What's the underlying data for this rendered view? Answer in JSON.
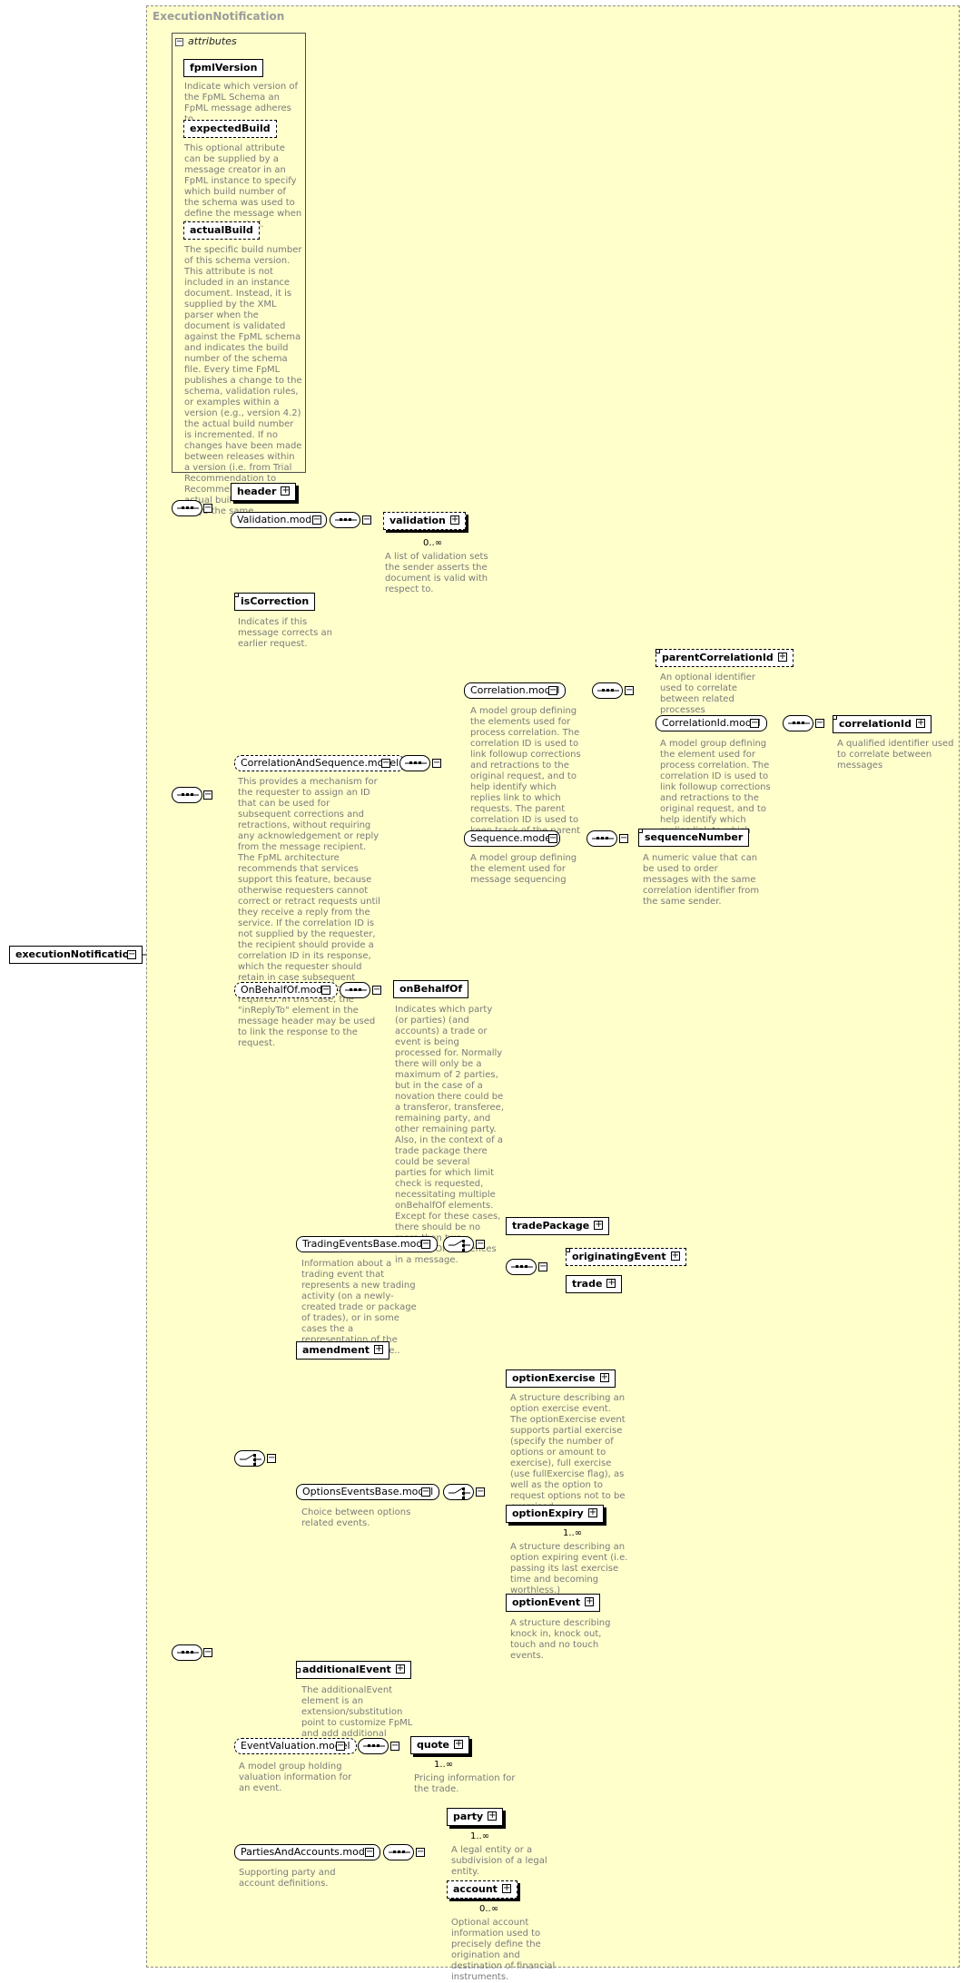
{
  "diagram": {
    "type_title": "ExecutionNotification",
    "root_element": "executionNotification",
    "attributes": {
      "tab_label": "attributes",
      "items": [
        {
          "name": "fpmlVersion",
          "description": "Indicate which version of the FpML Schema an FpML message adheres to."
        },
        {
          "name": "expectedBuild",
          "description": "This optional attribute can be supplied by a message creator in an FpML instance to specify which build number of the schema was used to define the message when it was generated."
        },
        {
          "name": "actualBuild",
          "description": "The specific build number of this schema version. This attribute is not included in an instance document. Instead, it is supplied by the XML parser when the document is validated against the FpML schema and indicates the build number of the schema file. Every time FpML publishes a change to the schema, validation rules, or examples within a version (e.g., version 4.2) the actual build number is incremented. If no changes have been made between releases within a version (i.e. from Trial Recommendation to Recommendation) the actual build number stays the same."
        }
      ]
    },
    "nodes": {
      "header": "header",
      "validation_model": "Validation.model",
      "validation": "validation",
      "validation_card": "0..∞",
      "validation_desc": "A list of validation sets the sender asserts the document is valid with respect to.",
      "isCorrection": "isCorrection",
      "isCorrection_desc": "Indicates if this message corrects an earlier request.",
      "cas_model": "CorrelationAndSequence.model",
      "cas_desc": "This provides a mechanism for the requester to assign an ID that can be used for subsequent corrections and retractions, without requiring any acknowledgement or reply from the message recipient. The FpML architecture recommends that services support this feature, because otherwise requesters cannot correct or retract requests until they receive a reply from the service. If the correlation ID is not supplied by the requester, the recipient should provide a correlation ID in its response, which the requester should retain in case subsequent corrections or retractions are required. In this case, the \"inReplyTo\" element in the message header may be used to link the response to the request.",
      "correlation_model": "Correlation.model",
      "correlation_desc": "A model group defining the elements used for process correlation. The correlation ID is used to link followup corrections and retractions to the original request, and to help identify which replies link to which requests. The parent correlation ID is used to keep track of the parent process.",
      "parentCorrelationId": "parentCorrelationId",
      "parentCorrelationId_desc": "An optional identifier used to correlate between related processes",
      "correlationId_model": "CorrelationId.model",
      "correlationId_model_desc": "A model group defining the element used for process correlation. The correlation ID is used to link followup corrections and retractions to the original request, and to help identify which replies link to which requests.",
      "correlationId": "correlationId",
      "correlationId_desc": "A qualified identifier used to correlate between messages",
      "sequence_model": "Sequence.model",
      "sequence_desc": "A model group defining the element used for message sequencing",
      "sequenceNumber": "sequenceNumber",
      "sequenceNumber_desc": "A numeric value that can be used to order messages with the same correlation identifier from the same sender.",
      "obo_model": "OnBehalfOf.model",
      "onBehalfOf": "onBehalfOf",
      "onBehalfOf_desc": "Indicates which party (or parties) (and accounts) a trade or event is being processed for. Normally there will only be a maximum of 2 parties, but in the case of a novation there could be a transferor, transferee, remaining party, and other remaining party. Also, in the context of a trade package there could be several parties for which limit check is requested, necessitating multiple onBehalfOf elements. Except for these cases, there should be no more than two onBehalfOf references in a message.",
      "tradingEvents_model": "TradingEventsBase.model",
      "tradingEvents_desc": "Information about a trading event that represents a new trading activity (on a newly-created trade or package of trades), or in some cases the a representation of the trade's current state..",
      "tradePackage": "tradePackage",
      "originatingEvent": "originatingEvent",
      "trade": "trade",
      "amendment": "amendment",
      "optionsEvents_model": "OptionsEventsBase.model",
      "optionsEvents_desc": "Choice between options related events.",
      "optionExercise": "optionExercise",
      "optionExercise_desc": "A structure describing an option exercise event. The optionExercise event supports partial exercise (specify the number of options or amount to exercise), full exercise (use fullExercise flag), as well as the option to request options not to be exercised.",
      "optionExpiry": "optionExpiry",
      "optionExpiry_card": "1..∞",
      "optionExpiry_desc": "A structure describing an option expiring event (i.e. passing its last exercise time and becoming worthless.)",
      "optionEvent": "optionEvent",
      "optionEvent_desc": "A structure describing knock in, knock out, touch and no touch events.",
      "additionalEvent": "additionalEvent",
      "additionalEvent_desc": "The additionalEvent element is an extension/substitution point to customize FpML and add additional events.",
      "eventValuation_model": "EventValuation.model",
      "eventValuation_desc": "A model group holding valuation information for an event.",
      "quote": "quote",
      "quote_card": "1..∞",
      "quote_desc": "Pricing information for the trade.",
      "parties_model": "PartiesAndAccounts.model",
      "parties_desc": "Supporting party and account definitions.",
      "party": "party",
      "party_card": "1..∞",
      "party_desc": "A legal entity or a subdivision of a legal entity.",
      "account": "account",
      "account_card": "0..∞",
      "account_desc": "Optional account information used to precisely define the origination and destination of financial instruments."
    },
    "colors": {
      "type_background": "#ffffcc",
      "line": "#000000",
      "description_text": "#7a7a7a"
    }
  }
}
